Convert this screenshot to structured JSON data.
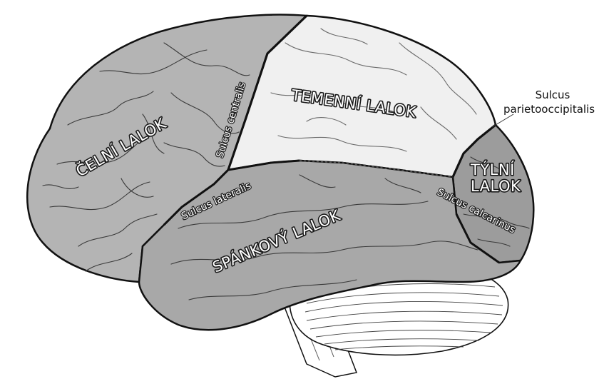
{
  "diagram": {
    "lobes": {
      "frontal": "ČELNÍ LALOK",
      "parietal": "TEMENNÍ LALOK",
      "occipital_line1": "TÝLNÍ",
      "occipital_line2": "LALOK",
      "temporal": "SPÁNKOVÝ LALOK"
    },
    "sulci": {
      "centralis": "Sulcus centralis",
      "lateralis": "Sulcus lateralis",
      "calcarinus": "Sulcus calcarinus",
      "parietooccipitalis_line1": "Sulcus",
      "parietooccipitalis_line2": "parietooccipitalis"
    },
    "colors": {
      "frontal": "#b4b4b4",
      "parietal": "#f0f0f0",
      "temporal": "#a8a8a8",
      "occipital": "#9c9c9c",
      "cerebellum": "#ffffff",
      "outline": "#111111"
    }
  }
}
